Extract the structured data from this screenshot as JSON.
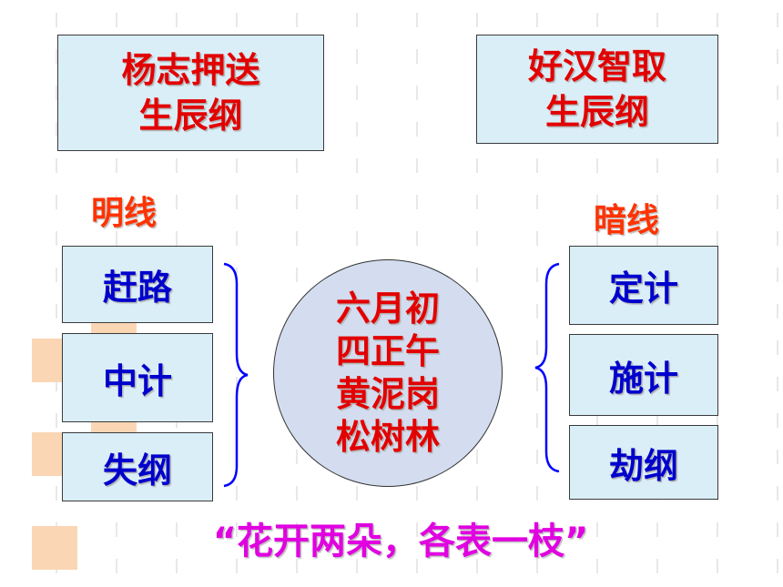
{
  "title_left": {
    "line1": "杨志押送",
    "line2": "生辰纲"
  },
  "title_right": {
    "line1": "好汉智取",
    "line2": "生辰纲"
  },
  "label_left": "明线",
  "label_right": "暗线",
  "left_steps": [
    "赶路",
    "中计",
    "失纲"
  ],
  "right_steps": [
    "定计",
    "施计",
    "劫纲"
  ],
  "center": [
    "六月初",
    "四正午",
    "黄泥岗",
    "松树林"
  ],
  "quote": "“花开两朵，各表一枝”",
  "colors": {
    "title_text": "#e30000",
    "step_text": "#0000cc",
    "label_text": "#ff3300",
    "quote_text": "#e000e0",
    "box_fill": "#daeef8",
    "circle_fill": "#d3ddef",
    "brace": "#0000ff",
    "decor_square": "#fbd6b4"
  }
}
